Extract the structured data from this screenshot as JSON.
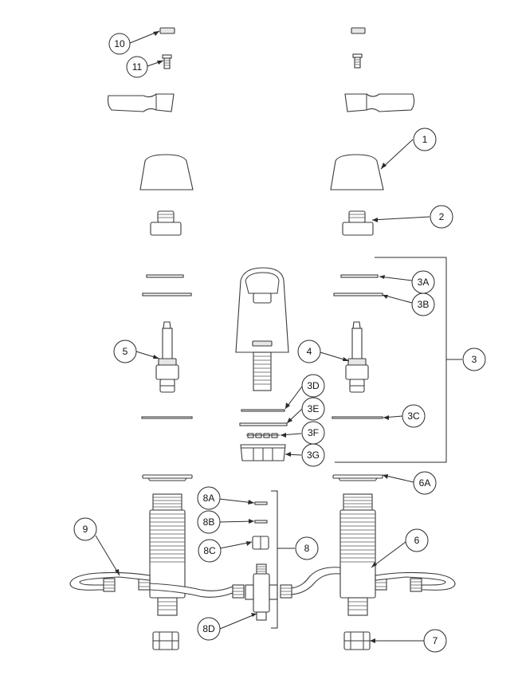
{
  "diagram": {
    "type": "exploded-parts-diagram",
    "callouts": [
      {
        "id": "c10",
        "label": "10"
      },
      {
        "id": "c11",
        "label": "11"
      },
      {
        "id": "c1",
        "label": "1"
      },
      {
        "id": "c2",
        "label": "2"
      },
      {
        "id": "c3A",
        "label": "3A"
      },
      {
        "id": "c3B",
        "label": "3B"
      },
      {
        "id": "c5",
        "label": "5"
      },
      {
        "id": "c4",
        "label": "4"
      },
      {
        "id": "c3",
        "label": "3"
      },
      {
        "id": "c3D",
        "label": "3D"
      },
      {
        "id": "c3E",
        "label": "3E"
      },
      {
        "id": "c3C",
        "label": "3C"
      },
      {
        "id": "c3F",
        "label": "3F"
      },
      {
        "id": "c3G",
        "label": "3G"
      },
      {
        "id": "c6A",
        "label": "6A"
      },
      {
        "id": "c8A",
        "label": "8A"
      },
      {
        "id": "c8B",
        "label": "8B"
      },
      {
        "id": "c9",
        "label": "9"
      },
      {
        "id": "c8C",
        "label": "8C"
      },
      {
        "id": "c8",
        "label": "8"
      },
      {
        "id": "c6",
        "label": "6"
      },
      {
        "id": "c8D",
        "label": "8D"
      },
      {
        "id": "c7",
        "label": "7"
      }
    ]
  }
}
